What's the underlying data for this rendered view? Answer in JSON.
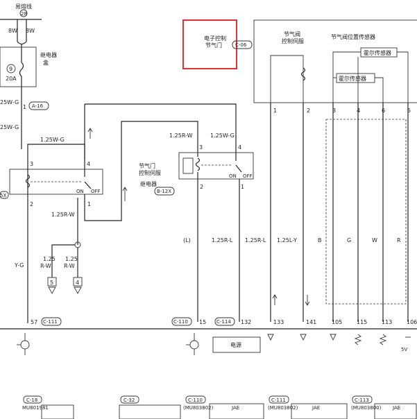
{
  "fuse": {
    "title": "易熔线",
    "circle_num": "28",
    "wire_left": "8W",
    "wire_right": "8W"
  },
  "relay_box": {
    "title": "继电器",
    "title2": "盒",
    "fuse_num": "9",
    "fuse_amp": "20A"
  },
  "left_wires": {
    "a": "25W-G",
    "b": "25W-G",
    "pin1": "1",
    "conn": "A-16",
    "yg": "Y-G"
  },
  "left_relay": {
    "wire_top": "1.25W-G",
    "pin3": "3",
    "pin4": "4",
    "pin2": "2",
    "pin1": "1",
    "on": "ON",
    "off": "OFF",
    "tag": "5X",
    "wire_r": "1.25R-W"
  },
  "ground_terms": {
    "w1": "1.25",
    "w1b": "R-W",
    "w2": "1.25",
    "w2b": "R-W",
    "g1": "5",
    "g2": "4"
  },
  "center_label": {
    "line1": "节气门",
    "line2": "控制伺服",
    "line3": "继电器",
    "conn": "B-12X"
  },
  "center_relay": {
    "wire_left": "1.25R-W",
    "wire_right": "1.25W-G",
    "pin3": "3",
    "pin4": "4",
    "pin2": "2",
    "pin1": "1",
    "on": "ON",
    "off": "OFF"
  },
  "ecu": {
    "line1": "电子控制",
    "line2": "节气门",
    "conn": "C-06"
  },
  "servo": {
    "line1": "节气阀",
    "line2": "控制伺服"
  },
  "sensor": {
    "title": "节气阀位置传感器",
    "hall1": "霍尔传感器",
    "hall2": "霍尔传感器"
  },
  "ecu_pins": [
    "1",
    "2",
    "3",
    "4",
    "6",
    "5"
  ],
  "wire_labels": [
    "(L)",
    "1.25R-L",
    "1.25R-L",
    "1.25L-Y",
    "B",
    "G",
    "W",
    "R"
  ],
  "bottom_pins": [
    "57",
    "15",
    "132",
    "133",
    "141",
    "105",
    "115",
    "113",
    "106"
  ],
  "bottom_conns": {
    "c111": "C-111",
    "c110": "C-110",
    "c114": "C-114"
  },
  "power": "电源",
  "fivev": "5V",
  "connectors": [
    {
      "name": "C-18",
      "code": "MU801981"
    },
    {
      "name": "C-32",
      "code": ""
    },
    {
      "name": "C-110",
      "code": "(MU803802)"
    },
    {
      "name": "C-111",
      "code": "(MU803802)"
    },
    {
      "name": "C-113",
      "code": "(MU803800)"
    }
  ],
  "jae": [
    "JAE",
    "JAE",
    "JAE"
  ]
}
